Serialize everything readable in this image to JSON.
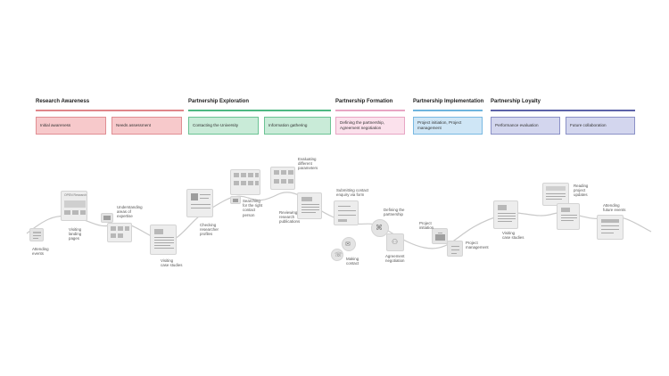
{
  "phases": [
    {
      "title": "Research Awareness",
      "color": "#e0868a",
      "stage_bg": "#f7c9cb",
      "stage_border": "#e08e93",
      "stages": [
        "Initial awareness",
        "Needs assessment"
      ]
    },
    {
      "title": "Partnership Exploration",
      "color": "#4fb883",
      "stage_bg": "#c9ebd8",
      "stage_border": "#6cc394",
      "stages": [
        "Contacting the University",
        "Information gathering"
      ]
    },
    {
      "title": "Partnership Formation",
      "color": "#e8a6c4",
      "stage_bg": "#fbe1ec",
      "stage_border": "#e8a6c4",
      "stages": [
        "Defining the partnership,\nAgreement negotiation"
      ]
    },
    {
      "title": "Partnership Implementation",
      "color": "#6fb5de",
      "stage_bg": "#cfe6f6",
      "stage_border": "#79b9e2",
      "stages": [
        "Project initiation, Project\nmanagement"
      ]
    },
    {
      "title": "Partnership Loyalty",
      "color": "#5c63a8",
      "stage_bg": "#d3d6ee",
      "stage_border": "#8a90c6",
      "stages": [
        "Performance evaluation",
        "Future collaboration"
      ]
    }
  ],
  "touchpoints": [
    {
      "label": "Attending\nevents",
      "icon": "calendar-icon"
    },
    {
      "label": "Visiting\nlanding\npages",
      "icon": "webpage-icon",
      "screen_title": "OPEN Research"
    },
    {
      "label": "Understanding\nareas of\nexpertise",
      "icon": "laptop-icon"
    },
    {
      "label": "Visiting\ncase studies",
      "icon": "document-icon"
    },
    {
      "label": "Checking\nresearcher\nprofiles",
      "icon": "profile-icon"
    },
    {
      "label": "Searching\nfor the right\ncontact\nperson",
      "icon": "laptop-icon"
    },
    {
      "label": "Evaluating\ndifferent\nparameters",
      "icon": "grid-icon"
    },
    {
      "label": "Reviewing\nresearch\npublications",
      "icon": "document-icon"
    },
    {
      "label": "Submitting contact\nenquiry via form",
      "icon": "form-icon"
    },
    {
      "label": "Making\ncontact",
      "icon": "phone-icon"
    },
    {
      "label": "Defining the\npartnership",
      "icon": "handshake-icon"
    },
    {
      "label": "Agreement\nnegotiation",
      "icon": "negotiation-icon"
    },
    {
      "label": "Project\ninitiation",
      "icon": "briefcase-icon"
    },
    {
      "label": "Project\nmanagement",
      "icon": "checklist-icon"
    },
    {
      "label": "Visiting\ncase studies",
      "icon": "document-icon"
    },
    {
      "label": "Reading\nproject\nupdates",
      "icon": "newsletter-icon"
    },
    {
      "label": "Attending\nfuture events",
      "icon": "calendar-icon"
    }
  ]
}
